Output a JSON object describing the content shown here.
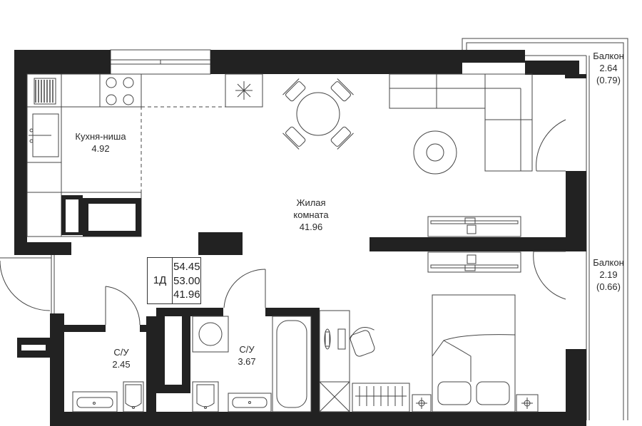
{
  "rooms": {
    "kitchen": {
      "name": "Кухня-ниша",
      "area": "4.92"
    },
    "living": {
      "name_line1": "Жилая",
      "name_line2": "комната",
      "area": "41.96"
    },
    "balcony_top": {
      "name": "Балкон",
      "area": "2.64",
      "coef": "(0.79)"
    },
    "balcony_bottom": {
      "name": "Балкон",
      "area": "2.19",
      "coef": "(0.66)"
    },
    "bath_left": {
      "name": "С/У",
      "area": "2.45"
    },
    "bath_right": {
      "name": "С/У",
      "area": "3.67"
    }
  },
  "apartment": {
    "type": "1Д",
    "total_area": "54.45",
    "area_reduced": "53.00",
    "living_area": "41.96"
  },
  "colors": {
    "wall": "#222222",
    "line": "#444444",
    "background": "#ffffff"
  }
}
